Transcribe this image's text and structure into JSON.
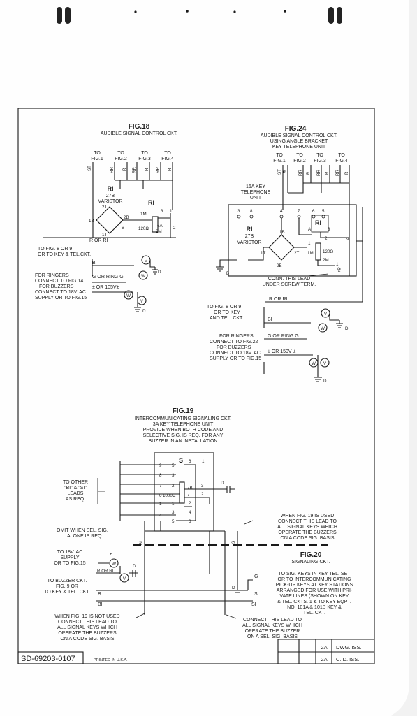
{
  "drawing_number": "SD-69203-0107",
  "printed": "PRINTED IN U.S.A.",
  "revision_table": [
    {
      "rev": "2A",
      "label": "DWG. ISS."
    },
    {
      "rev": "2A",
      "label": "C. D. ISS."
    }
  ],
  "fig18": {
    "title": "FIG.18",
    "subtitle": "AUDIBLE SIGNAL CONTROL CKT.",
    "to_labels": [
      "TO",
      "FIG.1",
      "TO",
      "FIG.2",
      "TO",
      "FIG.3",
      "TO",
      "FIG.4"
    ],
    "lead_labels": [
      "ST",
      "RR",
      "R",
      "RR",
      "R",
      "RR",
      "R"
    ],
    "r1": "RI",
    "varistor_code": "27B",
    "varistor": "VARISTOR",
    "r1_relay": "RI",
    "terminals": [
      "2T",
      "2B",
      "1B",
      "1T",
      "1M",
      "3",
      "1",
      "6A",
      "2M",
      "2"
    ],
    "resistor": "120Ω",
    "note_key": "TO FIG. 8 OR 9",
    "note_key2": "OR TO KEY & TEL.CKT.",
    "lead_r": "R OR RI",
    "lead_bi": "BI",
    "lead_g": "G OR RING G",
    "lead_105": "± OR 105V±",
    "ringers": [
      "FOR RINGERS",
      "CONNECT TO FIG.14",
      "FOR BUZZERS",
      "CONNECT TO 18V. AC",
      "SUPPLY OR TO FIG.15"
    ],
    "v": "V",
    "w": "W",
    "d": "D"
  },
  "fig24": {
    "title": "FIG.24",
    "subtitle": [
      "AUDIBLE SIGNAL CONTROL CKT.",
      "USING ANGLE BRACKET",
      "KEY TELEPHONE UNIT"
    ],
    "to_labels": [
      "TO",
      "FIG.1",
      "TO",
      "FIG.2",
      "TO",
      "FIG.3",
      "TO",
      "FIG.4"
    ],
    "lead_labels": [
      "ST",
      "R",
      "RR",
      "R",
      "RR",
      "R",
      "RR",
      "R"
    ],
    "unit": [
      "16A KEY",
      "TELEPHONE",
      "UNIT"
    ],
    "terminals_top": [
      "3",
      "8",
      "4",
      "7",
      "6",
      "5"
    ],
    "r1": "RI",
    "varistor_code": "27B",
    "varistor": "VARISTOR",
    "r1_relay": "RI",
    "terminals": [
      "1B",
      "1T",
      "2T",
      "2B",
      "A",
      "3",
      "2",
      "1",
      "1M",
      "2M",
      "9",
      "1",
      "2"
    ],
    "resistor": "120Ω",
    "b": "B",
    "conn_note": [
      "CONN. THIS LEAD",
      "UNDER SCREW TERM."
    ],
    "note_key": [
      "TO FIG. 8 OR 9",
      "OR TO KEY",
      "AND TEL. CKT."
    ],
    "lead_r": "R OR RI",
    "lead_bi": "BI",
    "lead_g": "G OR RING G",
    "lead_150": "± OR 150V ±",
    "ringers": [
      "FOR RINGERS",
      "CONNECT TO FIG.22",
      "FOR BUZZERS",
      "CONNECT TO 18V. AC",
      "SUPPLY OR TO FIG.15"
    ],
    "v": "V",
    "w": "W",
    "d": "D"
  },
  "fig19": {
    "title": "FIG.19",
    "subtitle": [
      "INTERCOMMUNICATING SIGNALING CKT.",
      "3A KEY TELEPHONE UNIT",
      "PROVIDE WHEN BOTH CODE AND",
      "SELECTIVE SIG. IS REQ. FOR ANY",
      "BUZZER IN AN INSTALLATION"
    ],
    "s": "S",
    "left_pins": [
      "9",
      "8",
      "7",
      "6",
      "1",
      "4"
    ],
    "inner_pins": [
      "5",
      "3",
      "2",
      "1000Ω",
      "1",
      "3",
      "5"
    ],
    "right_pins": [
      "6",
      "1",
      "7B",
      "7T",
      "2",
      "4",
      "6"
    ],
    "out_pins": [
      "3",
      "2"
    ],
    "d": "D",
    "other_leads": [
      "TO OTHER",
      "\"BI\" & \"SI\"",
      "LEADS",
      "AS REQ."
    ],
    "omit": [
      "OMIT WHEN SEL. SIG.",
      "ALONE IS REQ."
    ],
    "when_used": [
      "WHEN FIG. 19 IS USED",
      "CONNECT THIS LEAD TO",
      "ALL SIGNAL KEYS WHICH",
      "OPERATE THE BUZZERS",
      "ON A CODE SIG. BASIS"
    ],
    "bi": "BI",
    "s_lead": "S"
  },
  "fig20": {
    "title": "FIG.20",
    "subtitle": "SIGNALING CKT.",
    "supply": [
      "TO 18V. AC",
      "SUPPLY",
      "OR TO FIG.15"
    ],
    "buzzer": [
      "TO BUZZER CKT.",
      "FIG. 9 OR",
      "TO KEY & TEL. CKT."
    ],
    "r_lead": "R OR RI",
    "b_lead": "B",
    "bi_lead": "BI",
    "g": "G",
    "s": "S",
    "si": "SI",
    "d": "D",
    "v": "V",
    "w": "W",
    "sig_keys": [
      "TO SIG. KEYS IN KEY TEL. SET",
      "OR TO INTERCOMMUNICATING",
      "PICK-UP KEYS AT KEY STATIONS",
      "ARRANGED FOR USE WITH PRI-",
      "VATE LINES (SHOWN ON KEY",
      "& TEL. CKTS. 1  & TO KEY EQPT.",
      "NO. 101A & 101B KEY  &",
      "TEL. CKT."
    ],
    "not_used": [
      "WHEN FIG. 19 IS NOT USED",
      "CONNECT THIS LEAD TO",
      "ALL SIGNAL KEYS WHICH",
      "OPERATE THE BUZZERS",
      "ON A CODE SIG. BASIS"
    ],
    "connect_sel": [
      "CONNECT THIS LEAD TO",
      "ALL SIGNAL KEYS WHICH",
      "OPERATE THE BUZZER",
      "ON A SEL. SIG. BASIS"
    ]
  }
}
